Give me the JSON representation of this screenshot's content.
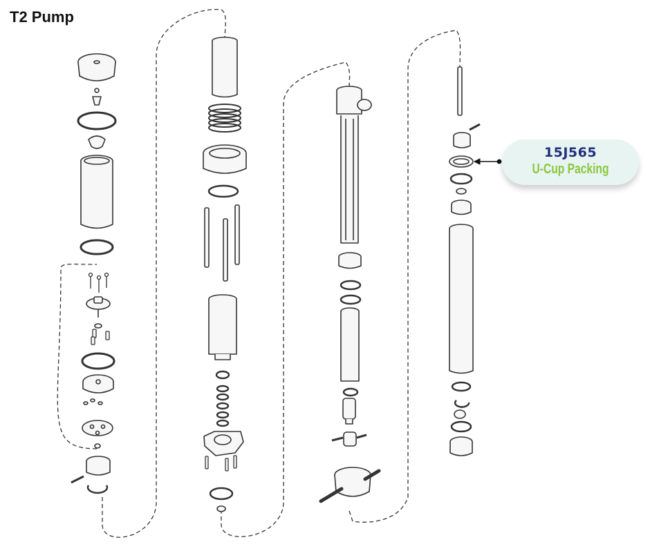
{
  "title": "T2 Pump",
  "callout": {
    "part_number": "15J565",
    "part_name": "U-Cup Packing",
    "part_number_color": "#1f2f78",
    "part_name_color": "#8cc63f",
    "background_color": "#e7f4f2"
  },
  "colors": {
    "line": "#333333",
    "part_fill": "#f7f7f7"
  }
}
